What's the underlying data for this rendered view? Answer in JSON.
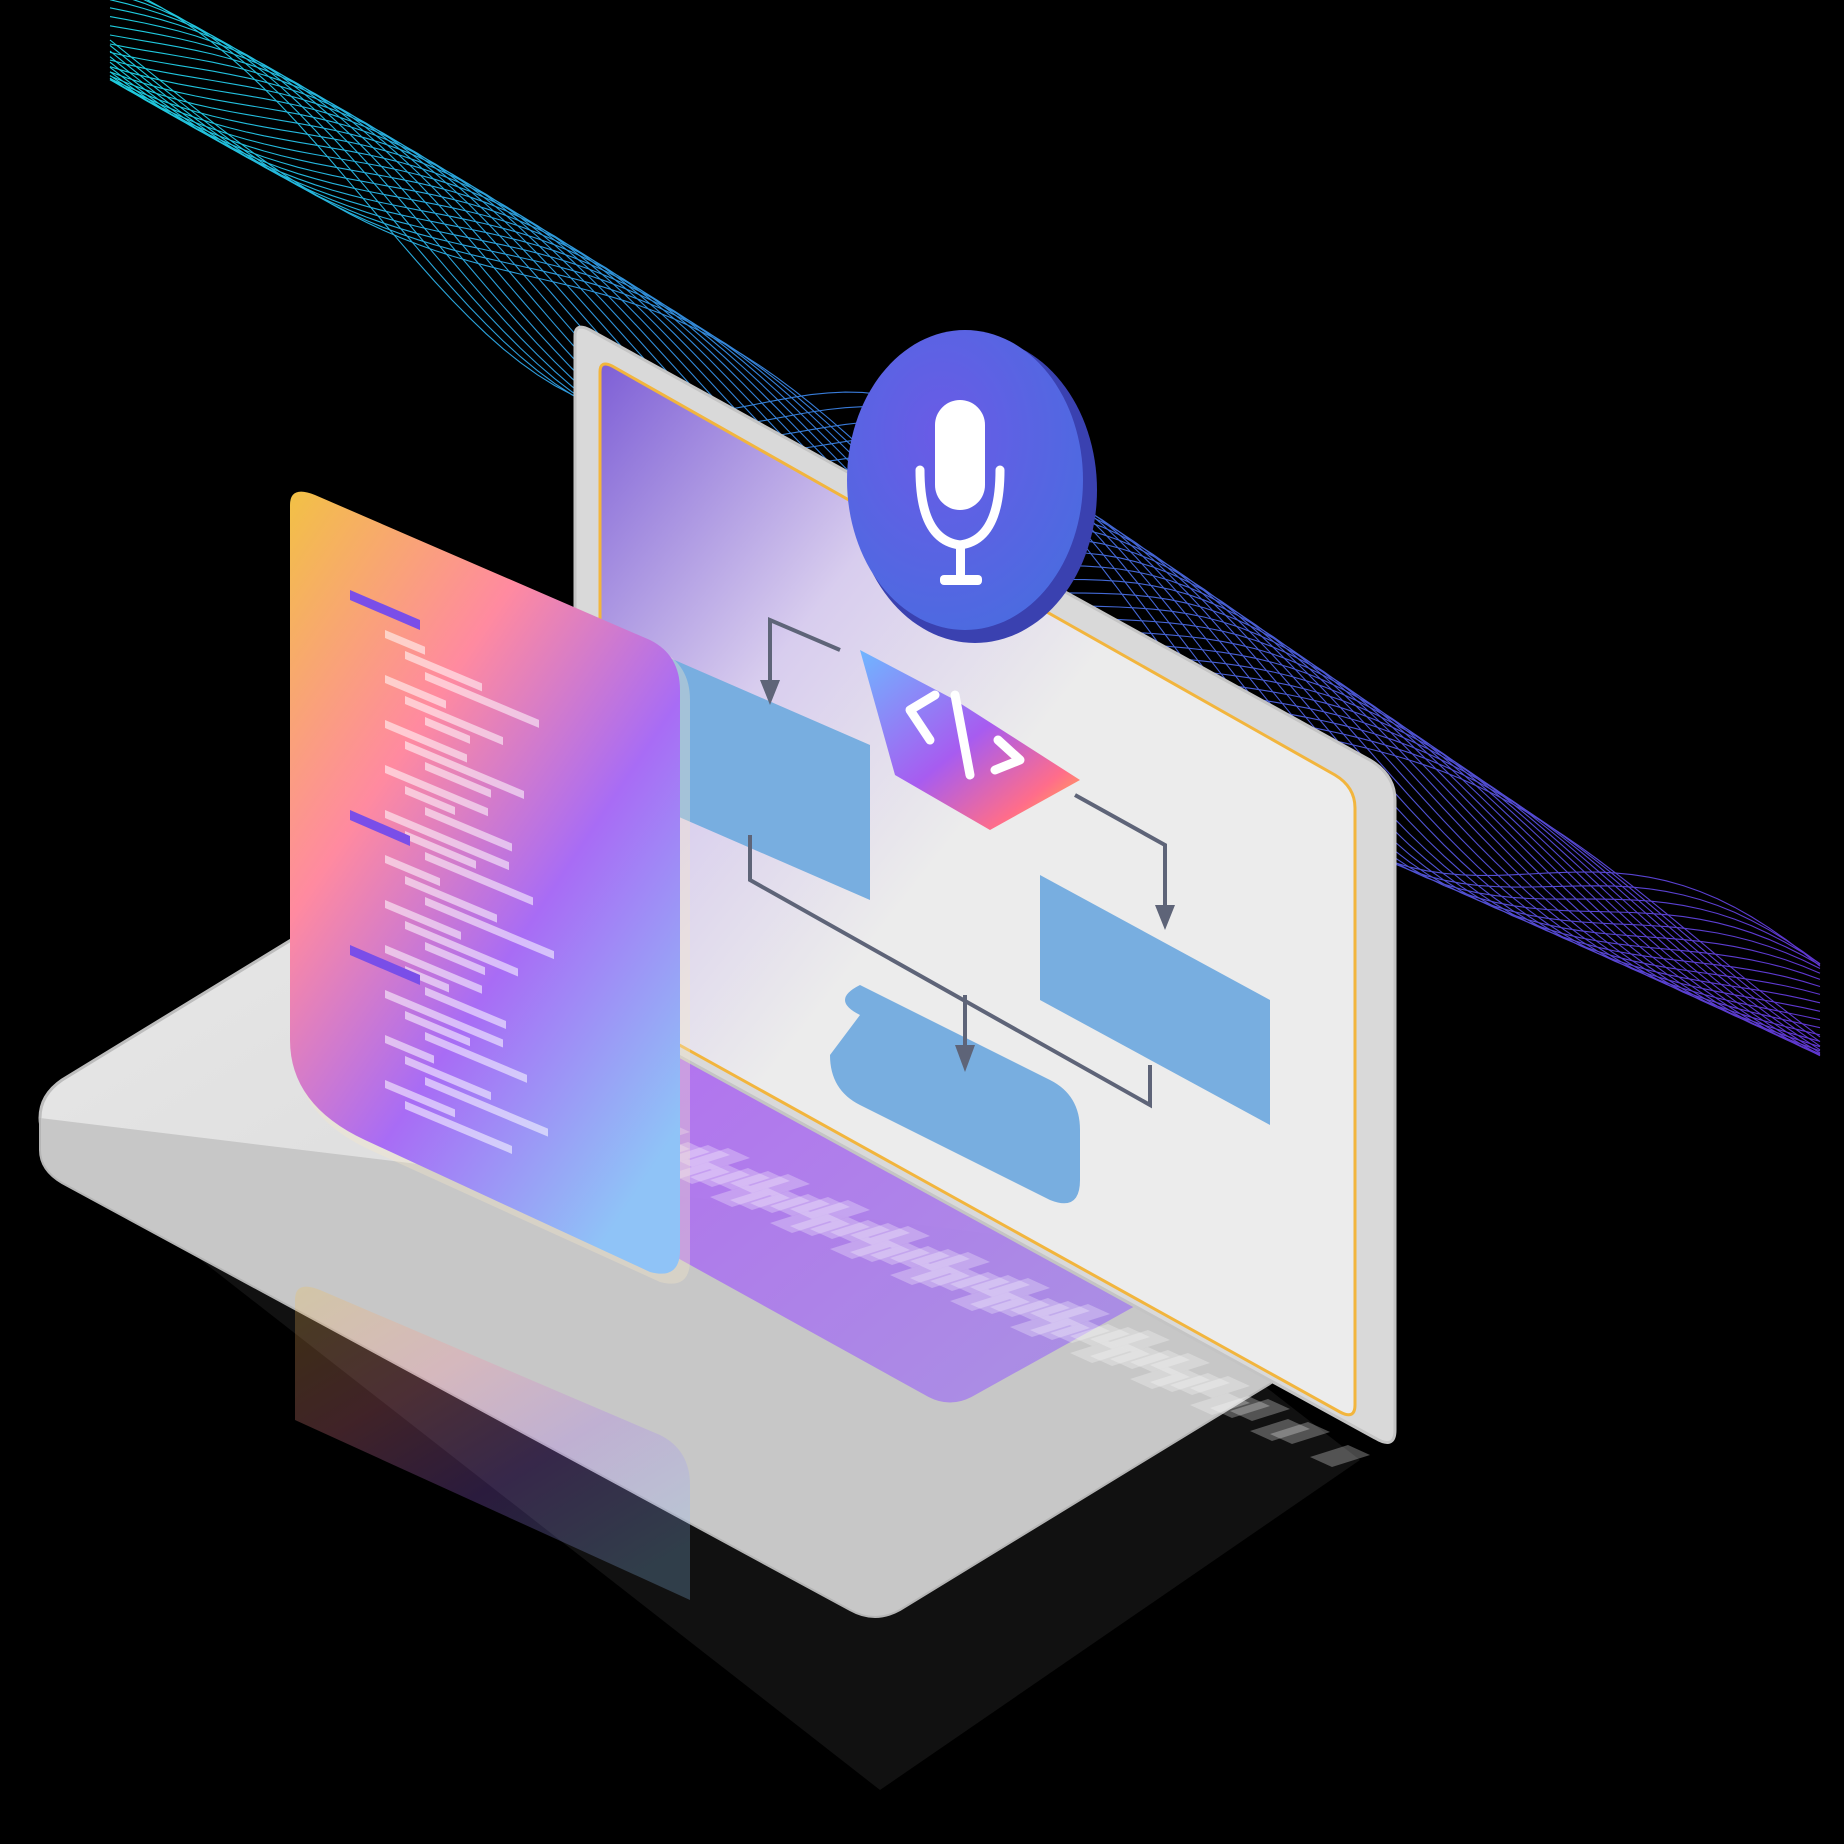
{
  "illustration": {
    "background_color": "#000000",
    "elements": {
      "sound_wave": {
        "icon": "sound-wave",
        "colors": [
          "#22e4f7",
          "#3d8cf0",
          "#6a3de6"
        ]
      },
      "laptop": {
        "icon": "laptop",
        "body_color": "#d8d8d8",
        "screen_color": "#ebebeb",
        "screen_border_color": "#f2b53d"
      },
      "microphone_badge": {
        "icon": "microphone-icon",
        "color": "#5a4fd8"
      },
      "code_tag_badge": {
        "icon": "code-icon",
        "glyph": "</>"
      },
      "flowchart": {
        "icon": "flowchart",
        "block_color": "#78aee0",
        "arrow_color": "#5e6478"
      },
      "code_document": {
        "icon": "document-icon",
        "colors": [
          "#f2c145",
          "#ff8aa0",
          "#a86cf5",
          "#8fc3f7"
        ]
      },
      "keyboard": {
        "icon": "keyboard-icon",
        "colors": [
          "#ff7a9a",
          "#b06cf0",
          "#a98ae6"
        ]
      }
    }
  }
}
